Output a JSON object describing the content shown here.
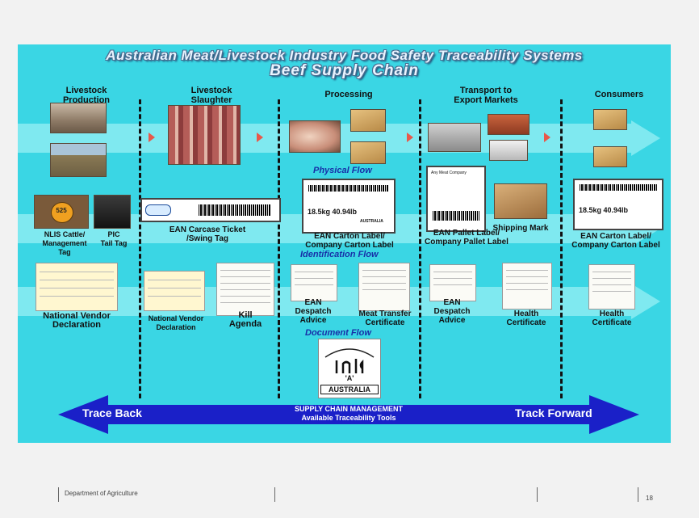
{
  "title": {
    "line1": "Australian Meat/Livestock Industry Food Safety Traceability Systems",
    "line2": "Beef Supply Chain"
  },
  "columns": [
    {
      "label": "Livestock\nProduction"
    },
    {
      "label": "Livestock\nSlaughter"
    },
    {
      "label": "Processing"
    },
    {
      "label": "Transport to\nExport Markets"
    },
    {
      "label": "Consumers"
    }
  ],
  "flows": {
    "physical": "Physical Flow",
    "identification": "Identification Flow",
    "document": "Document Flow"
  },
  "identification_labels": {
    "nlis": "NLIS Cattle/\nManagement\nTag",
    "pic": "PIC\nTail Tag",
    "carcase": "EAN Carcase Ticket\n/Swing Tag",
    "processing_carton": "EAN Carton Label/\nCompany Carton Label",
    "pallet": "EAN Pallet Label/\nCompany Pallet Label",
    "shipping": "Shipping Mark",
    "consumer_carton": "EAN Carton Label/\nCompany Carton Label"
  },
  "document_labels": {
    "nvd_production": "National Vendor\nDeclaration",
    "nvd_slaughter": "National Vendor\nDeclaration",
    "kill": "Kill\nAgenda",
    "despatch_processing": "EAN\nDespatch\nAdvice",
    "meat_transfer": "Meat Transfer\nCertificate",
    "despatch_transport": "EAN\nDespatch\nAdvice",
    "health_transport": "Health\nCertificate",
    "health_consumer": "Health\nCertificate"
  },
  "carton_label": {
    "weight": "18.5kg  40.94lb",
    "mark": "AUSTRALIA"
  },
  "pallet_label": {
    "company": "Any Meat Company"
  },
  "tag_number": "525",
  "halal": {
    "letter": "'A'",
    "country": "AUSTRALIA"
  },
  "bottom_arrow": {
    "left": "Trace Back",
    "center_line1": "SUPPLY CHAIN MANAGEMENT",
    "center_line2": "Available Traceability Tools",
    "right": "Track Forward"
  },
  "footer": {
    "department": "Department of Agriculture",
    "page": "18"
  },
  "colors": {
    "background": "#3ad6e4",
    "band": "#7fe9f0",
    "arrow": "#1a20c8",
    "flow_text": "#1830a8"
  }
}
